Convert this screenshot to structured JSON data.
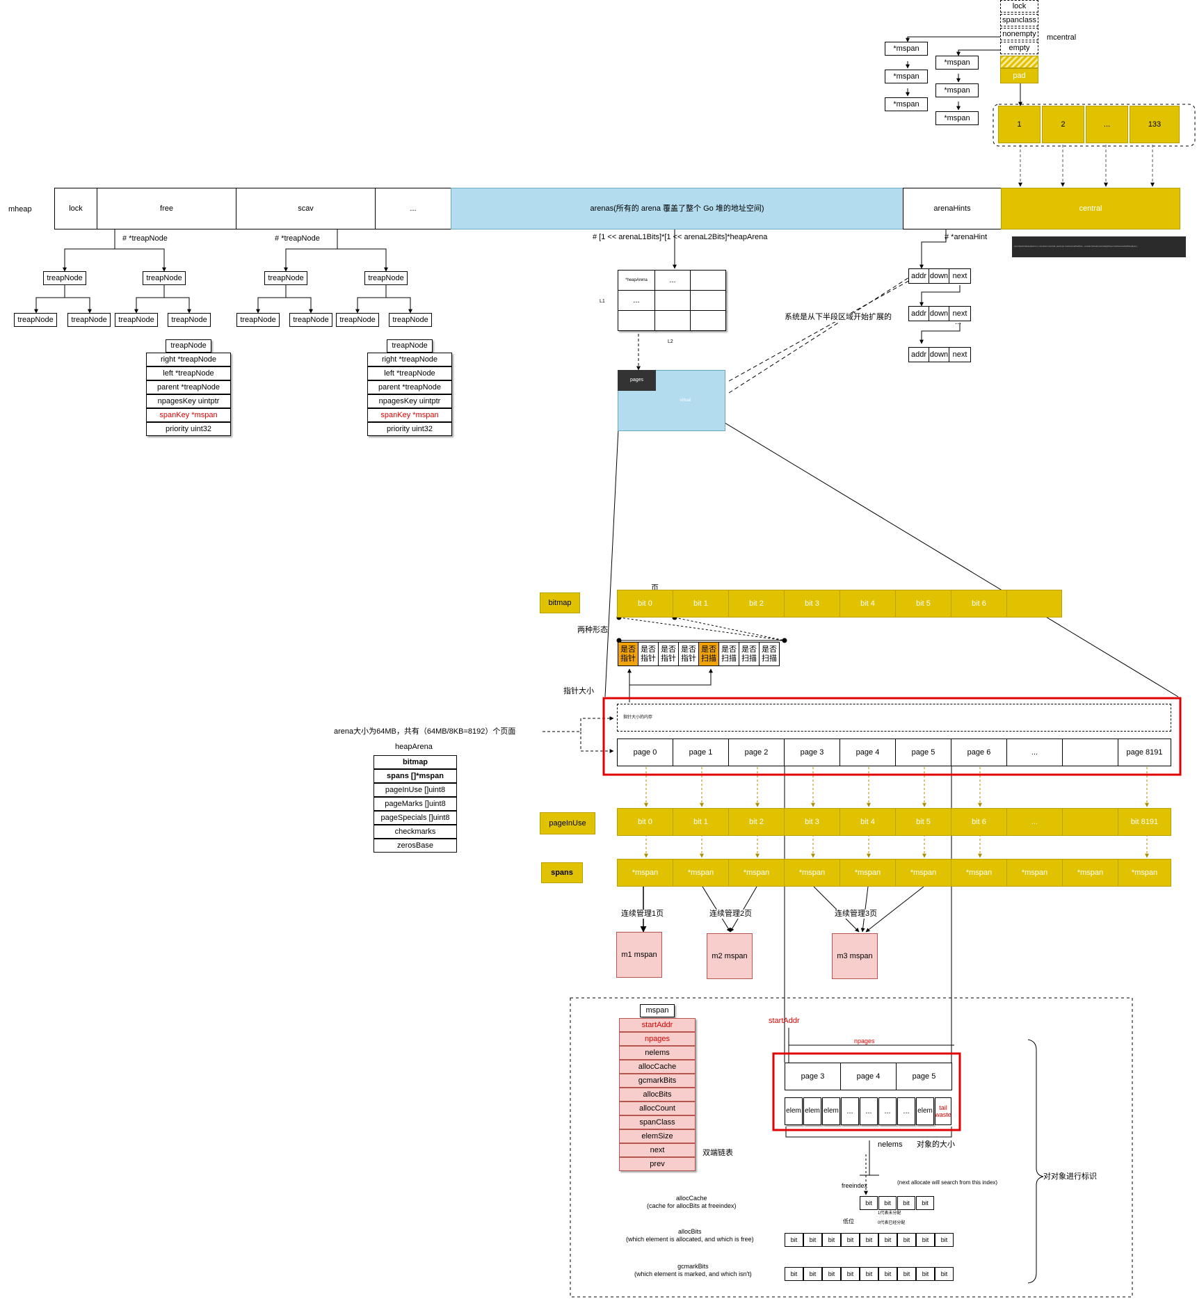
{
  "colors": {
    "accent": "#e0c200",
    "blue": "#b3dcef",
    "pink": "#f8cecc",
    "orange": "#f0a30a",
    "red": "#e00000"
  },
  "mcentral": {
    "label": "mcentral",
    "fields": [
      "lock",
      "spanclass",
      "nonempty",
      "empty"
    ],
    "pad": "pad",
    "list_a": [
      "*mspan",
      "*mspan",
      "*mspan"
    ],
    "list_b": [
      "*mspan",
      "*mspan",
      "*mspan"
    ],
    "central_cells": [
      "1",
      "2",
      "...",
      "133"
    ]
  },
  "mheap": {
    "label": "mheap",
    "cells": {
      "lock": "lock",
      "free": "free",
      "scav": "scav",
      "dots": "...",
      "arenas": "arenas(所有的 arena 覆盖了整个 Go 堆的地址空间)",
      "arenaHints": "arenaHints",
      "central": "central"
    },
    "free_ptr": "#   *treapNode",
    "scav_ptr": "#   *treapNode",
    "arenas_type": "# [1 << arenaL1Bits]*[1 << arenaL2Bits]*heapArena",
    "hints_ptr": "# *arenaHint"
  },
  "treap": {
    "node": "treapNode",
    "struct": {
      "title": "treapNode",
      "rows": [
        "right      *treapNode",
        "left       *treapNode",
        "parent     *treapNode",
        "npagesKey uintptr",
        "spanKey    *mspan",
        "priority  uint32"
      ]
    }
  },
  "arena_grid": {
    "first_cell": "*heapArena",
    "dots": "...",
    "l1": "L1",
    "l2": "L2"
  },
  "hints": {
    "fields": [
      "addr",
      "down",
      "next"
    ],
    "dots": "...",
    "note": "系统是从下半段区域开始扩展的"
  },
  "pages_box": {
    "pages": "pages",
    "virtual": "virtual"
  },
  "bitmap": {
    "label": "bitmap",
    "page_label": "页",
    "cells": [
      "bit 0",
      "bit 1",
      "bit 2",
      "bit 3",
      "bit 4",
      "bit 5",
      "bit 6",
      ""
    ],
    "two_forms": "两种形态",
    "ptr_size": "指针大小",
    "forms": [
      "是否\n指针",
      "是否\n指针",
      "是否\n指针",
      "是否\n指针",
      "是否\n扫描",
      "是否\n扫描",
      "是否\n扫描",
      "是否\n扫描"
    ],
    "tiny_label": "指针大小的内存"
  },
  "arena_pages": {
    "note": "arena大小为64MB，共有（64MB/8KB=8192）个页面",
    "cells": [
      "page 0",
      "page 1",
      "page 2",
      "page 3",
      "page 4",
      "page 5",
      "page 6",
      "...",
      "",
      "page 8191"
    ]
  },
  "heapArena": {
    "title": "heapArena",
    "fields": [
      "bitmap",
      "spans []*mspan",
      "pageInUse []uint8",
      "pageMarks []uint8",
      "pageSpecials []uint8",
      "checkmarks",
      "zerosBase"
    ]
  },
  "pageInUse": {
    "label": "pageInUse",
    "cells": [
      "bit 0",
      "bit 1",
      "bit 2",
      "bit 3",
      "bit 4",
      "bit 5",
      "bit 6",
      "...",
      "",
      "bit 8191"
    ]
  },
  "spans": {
    "label": "spans",
    "cell": "*mspan",
    "groups": [
      {
        "label": "连续管理1页",
        "box": "m1 mspan"
      },
      {
        "label": "连续管理2页",
        "box": "m2 mspan"
      },
      {
        "label": "连续管理3页",
        "box": "m3 mspan"
      }
    ]
  },
  "mspan": {
    "title": "mspan",
    "fields": [
      "startAddr",
      "npages",
      "nelems",
      "allocCache",
      "gcmarkBits",
      "allocBits",
      "allocCount",
      "spanClass",
      "elemSize",
      "next",
      "prev"
    ],
    "dll": "双端链表",
    "startAddr": "startAddr",
    "npages": "npages",
    "span_pages": [
      "page 3",
      "page 4",
      "page 5"
    ],
    "elems": [
      "elem",
      "elem",
      "elem",
      "...",
      "...",
      "...",
      "...",
      "elem"
    ],
    "tail": "tail\nwaste",
    "nelems": "nelems",
    "objsize": "对象的大小",
    "mark_note": "对对象进行标识",
    "freeindex": "freeindex",
    "next_alloc": "(next allocate will search from this index)",
    "allocCache_desc": "allocCache\n(cache for allocBits at freeindex)",
    "low_bit": "低位",
    "one_unalloc": "1代表未分配",
    "zero_alloc": "0代表已经分配",
    "allocBits_desc": "allocBits\n(which element is allocated, and which is free)",
    "gcmark_desc": "gcmarkBits\n(which element is marked, and which isn't)",
    "bit": "bit"
  },
  "code_snippet": "[numSpanClasses]struct { mcentral mcentral; pad [cpu.CacheLinePadSize - unsafe.Sizeof(mcentral{})%cpu.CacheLinePadSize]byte }"
}
